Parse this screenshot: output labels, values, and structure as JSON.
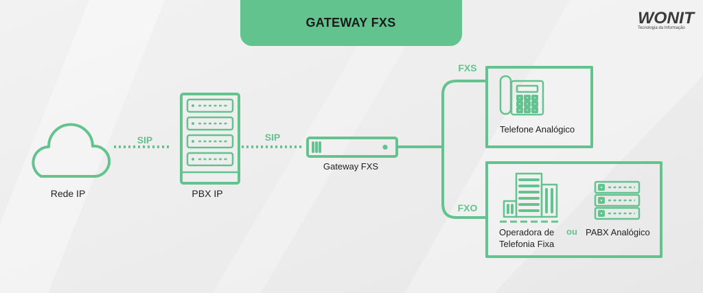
{
  "banner": {
    "title": "GATEWAY FXS"
  },
  "logo": {
    "name": "WONIT",
    "tagline": "Tecnologia da Informação"
  },
  "nodes": {
    "rede_ip": {
      "label": "Rede IP",
      "icon": "cloud-icon"
    },
    "pbx_ip": {
      "label": "PBX IP",
      "icon": "server-rack-icon"
    },
    "gateway_fxs": {
      "label": "Gateway FXS",
      "icon": "gateway-device-icon"
    },
    "telefone_analogico": {
      "label": "Telefone Analógico",
      "icon": "telephone-icon"
    },
    "operadora": {
      "label_line1": "Operadora de",
      "label_line2": "Telefonia Fixa",
      "icon": "building-icon"
    },
    "pabx_analogico": {
      "label": "PABX Analógico",
      "icon": "pabx-rack-icon"
    }
  },
  "links": {
    "cloud_to_pbx": "SIP",
    "pbx_to_gateway": "SIP",
    "fxs_branch": "FXS",
    "fxo_branch": "FXO",
    "alternative": "ou"
  },
  "colors": {
    "accent": "#63c38f",
    "text": "#1f1f1f"
  }
}
